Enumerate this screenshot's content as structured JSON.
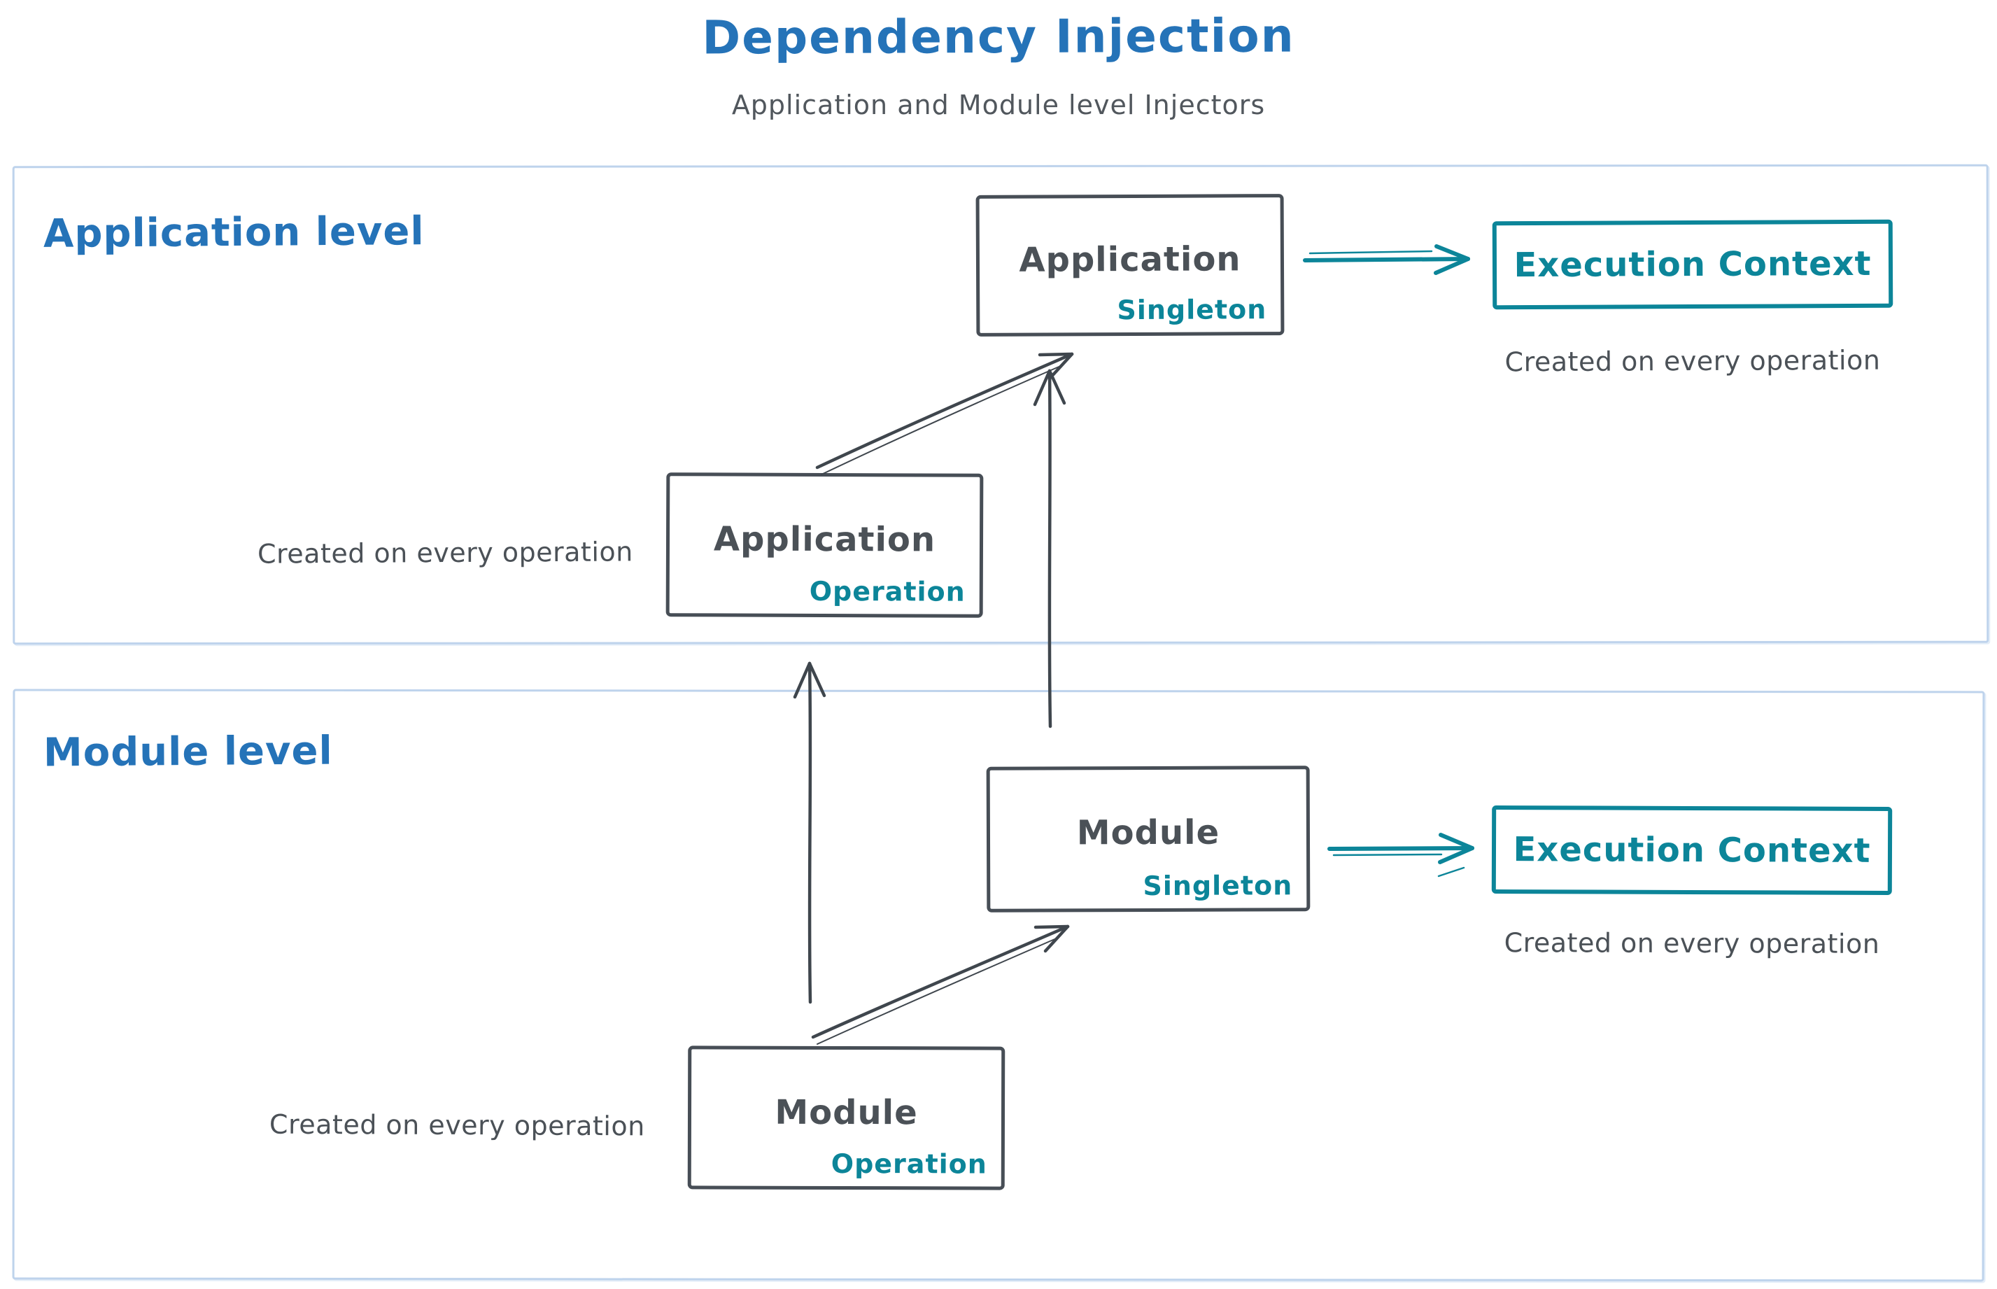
{
  "header": {
    "title": "Dependency Injection",
    "subtitle": "Application and Module level Injectors"
  },
  "colors": {
    "accent_blue": "#2573b8",
    "accent_teal": "#0c8599",
    "stroke_dark": "#474e56",
    "text_gray": "#4b5157",
    "container_border": "#bed3ec"
  },
  "application_level": {
    "label": "Application level",
    "singleton_box": {
      "title": "Application",
      "tag": "Singleton"
    },
    "operation_box": {
      "title": "Application",
      "tag": "Operation"
    },
    "operation_caption": "Created on every operation",
    "execution_context": {
      "label": "Execution Context",
      "caption": "Created on every operation"
    }
  },
  "module_level": {
    "label": "Module level",
    "singleton_box": {
      "title": "Module",
      "tag": "Singleton"
    },
    "operation_box": {
      "title": "Module",
      "tag": "Operation"
    },
    "operation_caption": "Created on every operation",
    "execution_context": {
      "label": "Execution Context",
      "caption": "Created on every operation"
    }
  }
}
